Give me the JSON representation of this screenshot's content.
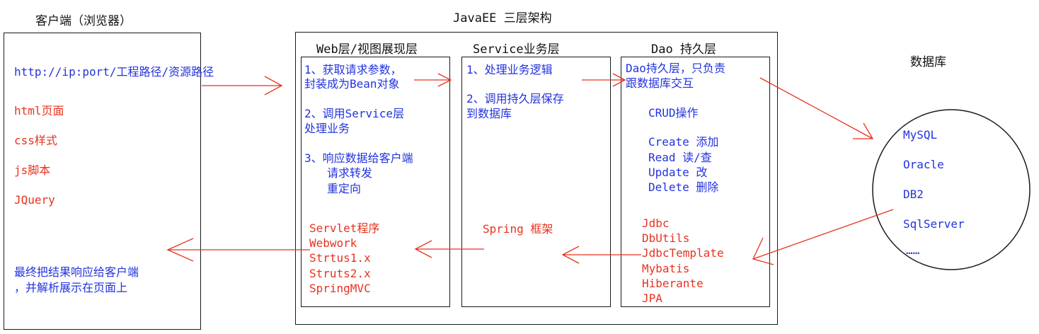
{
  "title": "JavaEE 三层架构",
  "client": {
    "header": "客户端（浏览器）",
    "url": "http://ip:port/工程路径/资源路径",
    "techs": [
      "html页面",
      "css样式",
      "js脚本",
      "JQuery"
    ],
    "result": [
      "最终把结果响应给客户端",
      "，并解析展示在页面上"
    ]
  },
  "web": {
    "header": "Web层/视图展现层",
    "steps": [
      "1、获取请求参数，",
      "封装成为Bean对象",
      "2、调用Service层",
      "处理业务",
      "3、响应数据给客户端",
      "请求转发",
      "重定向"
    ],
    "frameworks": [
      "Servlet程序",
      "Webwork",
      "Strtus1.x",
      "Struts2.x",
      "SpringMVC"
    ]
  },
  "service": {
    "header": "Service业务层",
    "steps": [
      "1、处理业务逻辑",
      "2、调用持久层保存",
      "到数据库"
    ],
    "framework": "Spring 框架"
  },
  "dao": {
    "header": "Dao 持久层",
    "desc": [
      "Dao持久层，只负责",
      "跟数据库交互"
    ],
    "crud_title": "CRUD操作",
    "crud": [
      "Create 添加",
      "Read  读/查",
      "Update 改",
      "Delete 删除"
    ],
    "frameworks": [
      "Jdbc",
      "DbUtils",
      "JdbcTemplate",
      "Mybatis",
      "Hiberante",
      "JPA"
    ]
  },
  "database": {
    "header": "数据库",
    "items": [
      "MySQL",
      "Oracle",
      "DB2",
      "SqlServer",
      "……"
    ]
  }
}
